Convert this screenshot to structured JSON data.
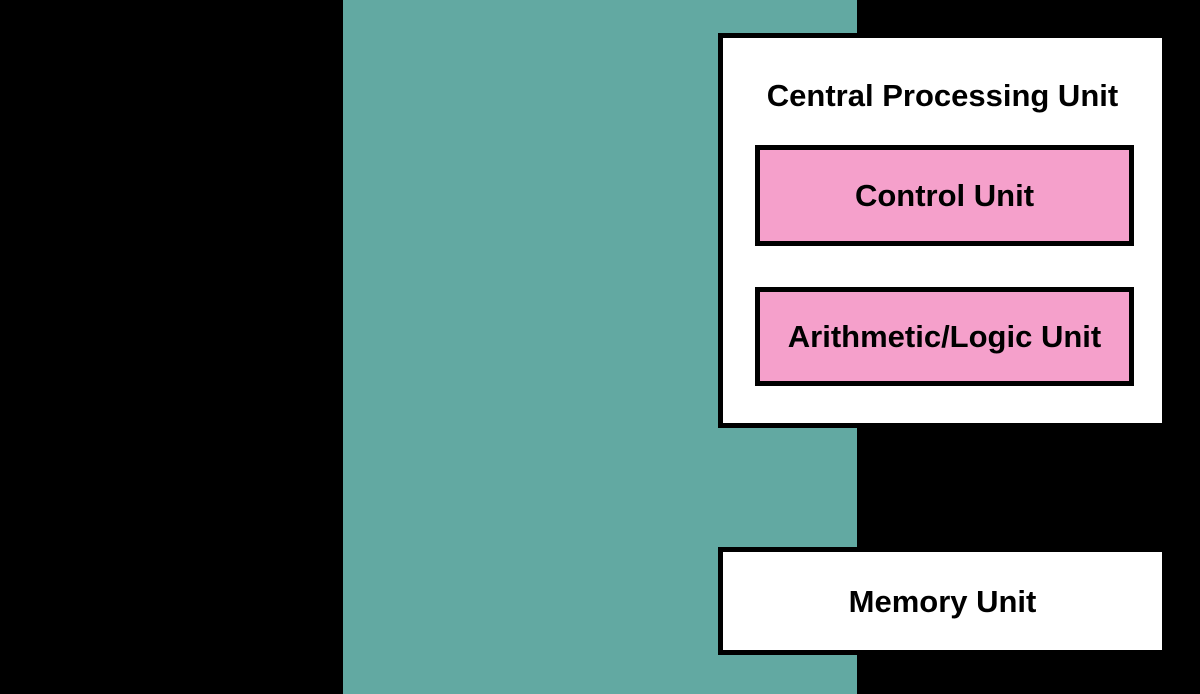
{
  "diagram": {
    "title": "Central Processing Unit",
    "panel_color": "#62a9a2",
    "background_color": "#000000",
    "unit_fill_color": "#f5a0cb",
    "box_fill_color": "#ffffff",
    "border_color": "#000000",
    "cpu": {
      "label": "Central Processing Unit",
      "units": [
        {
          "label": "Control Unit"
        },
        {
          "label": "Arithmetic/Logic Unit"
        }
      ]
    },
    "memory": {
      "label": "Memory Unit"
    },
    "connectors": [
      {
        "name": "cpu-to-memory",
        "direction": "down"
      },
      {
        "name": "memory-to-cpu",
        "direction": "up"
      }
    ]
  }
}
